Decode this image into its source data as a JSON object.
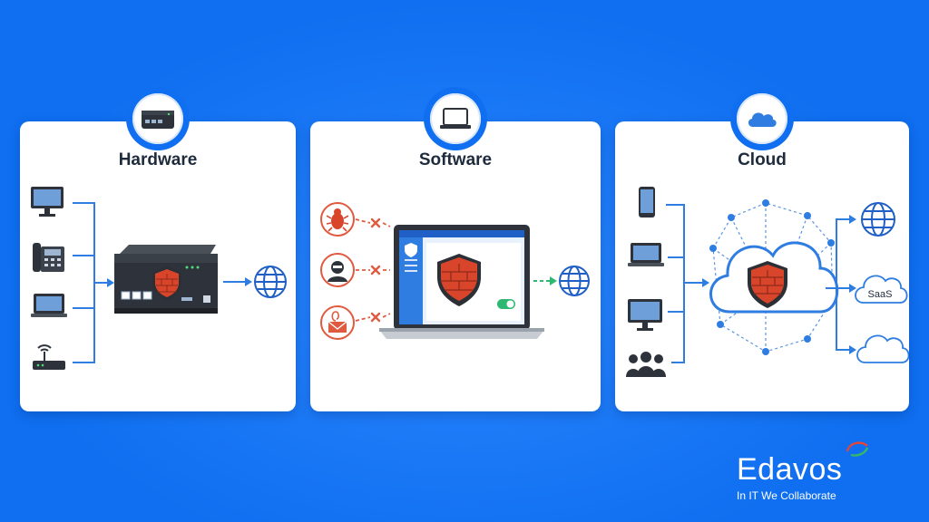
{
  "panels": {
    "hardware": {
      "title": "Hardware",
      "badge_icon": "network-appliance-icon"
    },
    "software": {
      "title": "Software",
      "badge_icon": "laptop-icon"
    },
    "cloud": {
      "title": "Cloud",
      "badge_icon": "cloud-icon"
    }
  },
  "cloud_outputs": {
    "saas_label": "SaaS"
  },
  "brand": {
    "name": "Edavos",
    "tagline": "In IT We Collaborate"
  },
  "colors": {
    "background": "#0f6ff0",
    "panel": "#ffffff",
    "accent_blue": "#2f7de1",
    "firewall_red": "#d9452b",
    "shield_dark": "#2b2f36",
    "threat_red": "#e05a3f",
    "allow_green": "#2eb872"
  }
}
